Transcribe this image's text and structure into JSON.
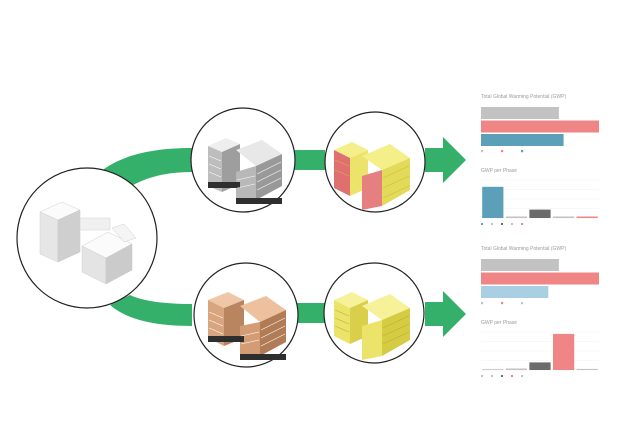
{
  "colors": {
    "arrow": "#35b06a",
    "grey": "#c2c2c2",
    "red": "#f08585",
    "teal": "#5b9fb8",
    "lightblue": "#a8cfe2",
    "dark": "#6b6b6b",
    "wood": "#d9a57e",
    "yellow": "#ece46a",
    "circle_stroke": "#222222"
  },
  "icons": {
    "arrows": "green-flow-arrow-icon",
    "existing": "white-massing-model-icon",
    "concrete": "grey-building-model-icon",
    "timber": "timber-building-model-icon",
    "highlighted": "yellow-highlighted-building-icon"
  },
  "panels": {
    "top": {
      "total_title": "Total Global Warming Potential (GWP)",
      "total_subtitle": "",
      "phase_title": "GWP per Phase",
      "phase_subtitle": ""
    },
    "bottom": {
      "total_title": "Total Global Warming Potential (GWP)",
      "total_subtitle": "",
      "phase_title": "GWP per Phase",
      "phase_subtitle": ""
    }
  },
  "chart_data": [
    {
      "type": "bar",
      "orientation": "horizontal",
      "title": "Total Global Warming Potential (GWP)",
      "legend": "bottom",
      "bars": [
        {
          "color": "#c2c2c2",
          "value": 0.66
        },
        {
          "color": "#f08585",
          "value": 1.0
        },
        {
          "color": "#5b9fb8",
          "value": 0.7
        }
      ]
    },
    {
      "type": "bar",
      "title": "GWP per Phase",
      "legend": "bottom",
      "grid": true,
      "bars": [
        {
          "color": "#5b9fb8",
          "value": 0.82
        },
        {
          "color": "#c2c2c2",
          "value": 0.04
        },
        {
          "color": "#6b6b6b",
          "value": 0.22
        },
        {
          "color": "#c2c2c2",
          "value": 0.04
        },
        {
          "color": "#f08585",
          "value": 0.04
        }
      ]
    },
    {
      "type": "bar",
      "orientation": "horizontal",
      "title": "Total Global Warming Potential (GWP)",
      "legend": "bottom",
      "bars": [
        {
          "color": "#c2c2c2",
          "value": 0.66
        },
        {
          "color": "#f08585",
          "value": 1.0
        },
        {
          "color": "#a8cfe2",
          "value": 0.57
        }
      ]
    },
    {
      "type": "bar",
      "title": "GWP per Phase",
      "legend": "bottom",
      "grid": true,
      "bars": [
        {
          "color": "#c2c2c2",
          "value": 0.02
        },
        {
          "color": "#c2c2c2",
          "value": 0.04
        },
        {
          "color": "#6b6b6b",
          "value": 0.2
        },
        {
          "color": "#f08585",
          "value": 0.95
        },
        {
          "color": "#c2c2c2",
          "value": 0.03
        }
      ]
    }
  ]
}
